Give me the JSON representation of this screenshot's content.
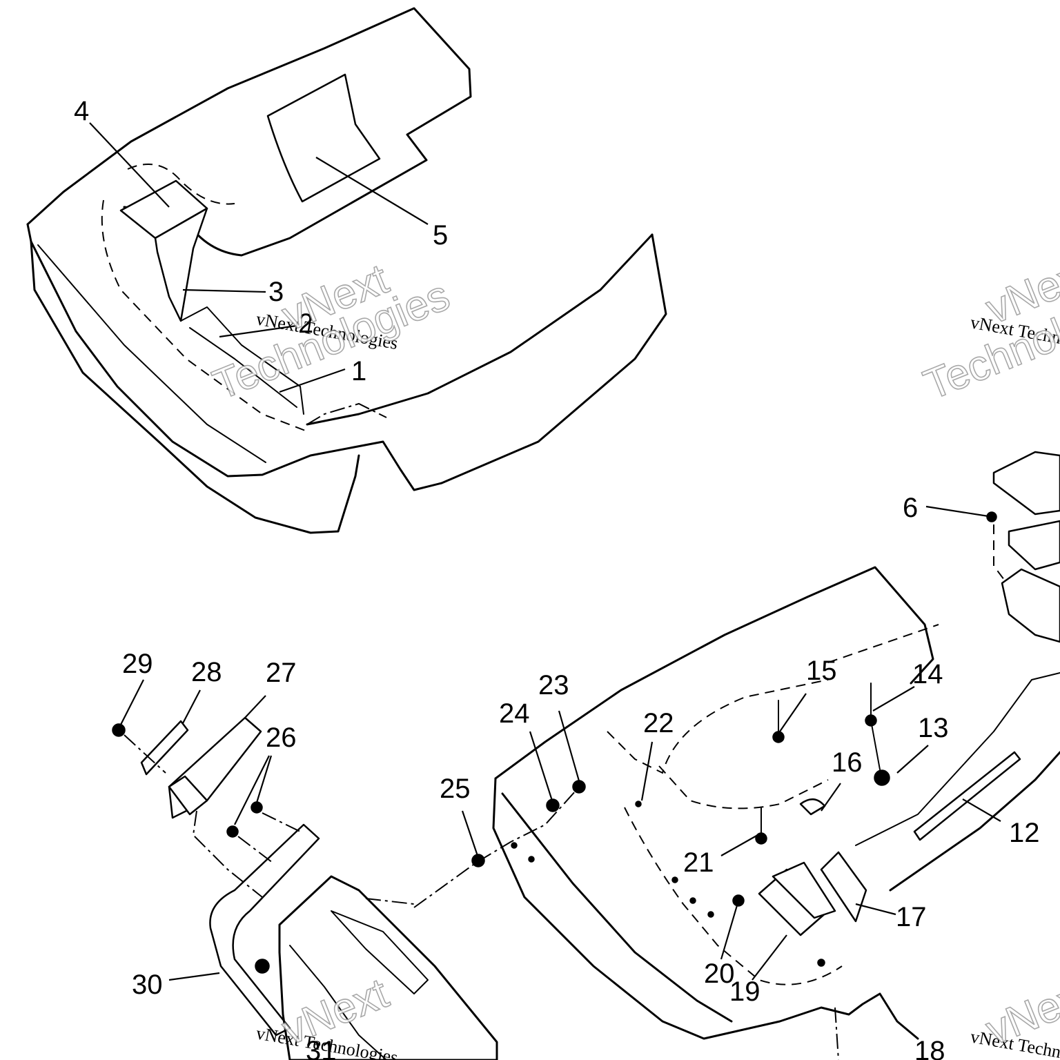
{
  "callouts": {
    "c1": "1",
    "c2": "2",
    "c3": "3",
    "c4": "4",
    "c5": "5",
    "c6": "6",
    "c12": "12",
    "c13": "13",
    "c14": "14",
    "c15": "15",
    "c16": "16",
    "c17": "17",
    "c18": "18",
    "c19": "19",
    "c20": "20",
    "c21": "21",
    "c22": "22",
    "c23": "23",
    "c24": "24",
    "c25": "25",
    "c26": "26",
    "c27": "27",
    "c28": "28",
    "c29": "29",
    "c30": "30",
    "c31": "31"
  },
  "watermark": {
    "line": "vNext Technologies",
    "big_top": "vNext",
    "big_bottom": "Technologies"
  }
}
